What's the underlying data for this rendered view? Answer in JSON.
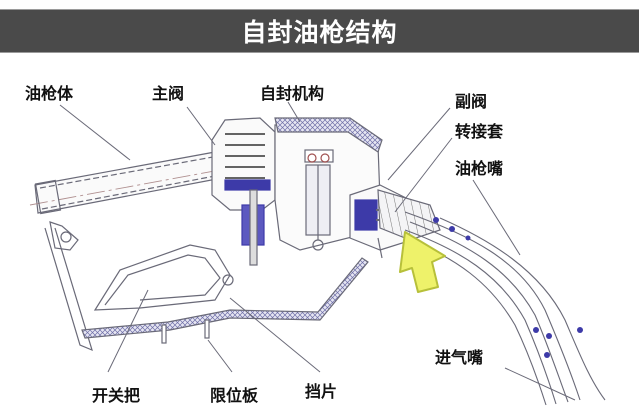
{
  "title": "自封油枪结构",
  "colors": {
    "title_bg": "#4a4a4a",
    "title_text": "#ffffff",
    "line": "#6a6a78",
    "hatch_blue": "#3d3aa8",
    "arrow_fill": "#eef26a",
    "arrow_stroke": "#b7c03a"
  },
  "labels": {
    "gun_body": "油枪体",
    "main_valve": "主阀",
    "self_seal_mechanism": "自封机构",
    "auxiliary_valve": "副阀",
    "adapter_sleeve": "转接套",
    "nozzle": "油枪嘴",
    "air_inlet": "进气嘴",
    "trigger_handle": "开关把",
    "limit_plate": "限位板",
    "baffle": "挡片"
  }
}
